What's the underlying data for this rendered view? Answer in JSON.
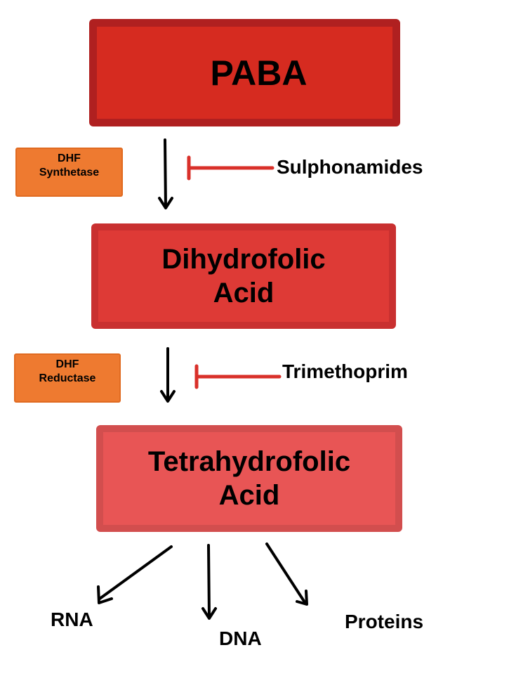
{
  "nodes": {
    "paba": "PABA",
    "dihydrofolic": [
      "Dihydrofolic",
      "Acid"
    ],
    "tetrahydrofolic": [
      "Tetrahydrofolic",
      "Acid"
    ]
  },
  "enzymes": {
    "step1": [
      "DHF",
      "Synthetase"
    ],
    "step2": [
      "DHF",
      "Reductase"
    ]
  },
  "inhibitors": {
    "step1": "Sulphonamides",
    "step2": "Trimethoprim"
  },
  "products": [
    "RNA",
    "DNA",
    "Proteins"
  ],
  "colors": {
    "paba_fill": "#d62b20",
    "dhf_fill": "#de3a36",
    "thf_fill": "#e85555",
    "enzyme_fill": "#ee7a30",
    "inhibitor_line": "#d9302a",
    "arrow": "#000000"
  }
}
